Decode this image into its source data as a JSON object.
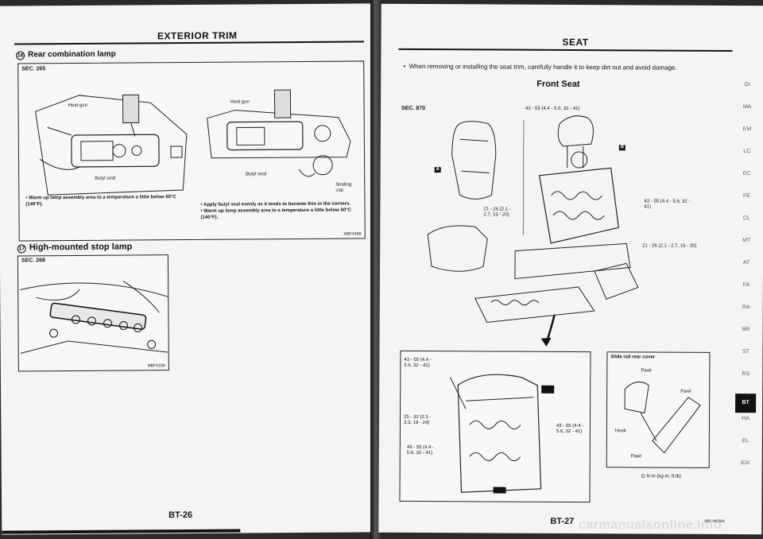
{
  "left": {
    "header": "EXTERIOR TRIM",
    "section1": {
      "num": "16",
      "title": "Rear combination lamp",
      "sec": "SEC. 265"
    },
    "fig1": {
      "heat_gun_a": "Heat gun",
      "butyl_seal_a": "Butyl seal",
      "heat_gun_b": "Heat gun",
      "butyl_seal_b": "Butyl seal",
      "sealing_cap": "Sealing cap",
      "note_a": "Warm up lamp assembly area to a temperature a little below 60°C (140°F).",
      "note_b1": "Apply butyl seal evenly as it tends to become thin in the corners.",
      "note_b2": "Warm up lamp assembly area to a temperature a little below 60°C (140°F).",
      "ref": "MBF438B"
    },
    "section2": {
      "num": "17",
      "title": "High-mounted stop lamp",
      "sec": "SEC. 268"
    },
    "fig2": {
      "ref": "MBF415B"
    },
    "page_number": "BT-26"
  },
  "right": {
    "header": "SEAT",
    "bullet": "When removing or installing the seat trim, carefully handle it to keep dirt out and avoid damage.",
    "subtitle": "Front Seat",
    "sec": "SEC. 870",
    "torques": {
      "t1": "43 - 55 (4.4 - 5.6, 32 - 41)",
      "t2": "21 - 26 (2.1 - 2.7, 15 - 20)",
      "t3": "43 - 55 (4.4 - 5.6, 32 - 41)",
      "t4": "21 - 26 (2.1 - 2.7, 15 - 20)",
      "t5": "43 - 55 (4.4 - 5.6, 32 - 41)",
      "t6": "25 - 32 (2.5 - 3.3, 19 - 24)",
      "t7": "43 - 55 (4.4 - 5.6, 32 - 41)",
      "t8": "43 - 55 (4.4 - 5.6, 32 - 41)"
    },
    "markers": {
      "a": "A",
      "b": "B"
    },
    "slide_rail": {
      "title": "Slide rail rear cover",
      "pawl1": "Pawl",
      "pawl2": "Pawl",
      "pawl3": "Pawl",
      "hook": "Hook"
    },
    "legend": "N·m (kg-m, ft-lb)",
    "ref": "MBF465BA",
    "page_number": "BT-27",
    "index_tabs": [
      "GI",
      "MA",
      "EM",
      "LC",
      "EC",
      "FE",
      "CL",
      "MT",
      "AT",
      "FA",
      "RA",
      "BR",
      "ST",
      "RS",
      "BT",
      "HA",
      "EL",
      "IDX"
    ],
    "active_tab": "BT"
  },
  "watermark": "carmanualsonline.info"
}
